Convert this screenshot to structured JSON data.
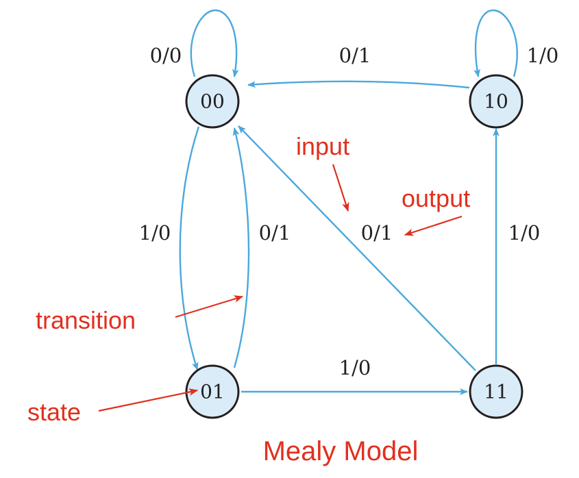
{
  "colors": {
    "edge": "#4aa8dc",
    "node_fill": "#d9ecf8",
    "node_stroke": "#231f20",
    "annotation": "#e0301e"
  },
  "states": {
    "s00": "00",
    "s10": "10",
    "s01": "01",
    "s11": "11"
  },
  "transitions": {
    "loop00": "0/0",
    "loop10": "1/0",
    "e10_00": "0/1",
    "e00_01": "1/0",
    "e01_00": "0/1",
    "e11_00": "0/1",
    "e11_10": "1/0",
    "e01_11": "1/0"
  },
  "annotations": {
    "input": "input",
    "output": "output",
    "transition": "transition",
    "state": "state"
  },
  "caption": "Mealy Model"
}
